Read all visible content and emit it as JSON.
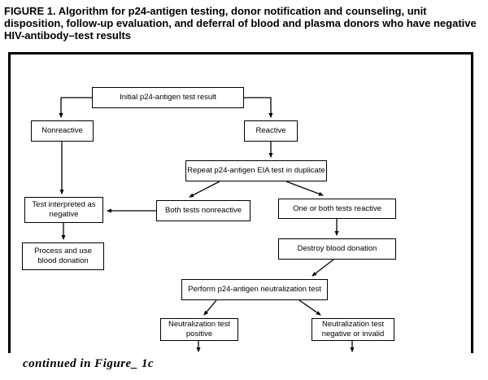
{
  "colors": {
    "ink": "#000000",
    "background": "#ffffff"
  },
  "title": "FIGURE 1. Algorithm for p24-antigen testing, donor notification and counseling, unit disposition, follow-up evaluation, and deferral of blood and plasma donors who have negative HIV-antibody–test results",
  "continued_note": "continued in Figure_ 1c",
  "flowchart": {
    "nodes": {
      "initial": {
        "label": "Initial p24-antigen test result"
      },
      "nonreactive": {
        "label": "Nonreactive"
      },
      "reactive": {
        "label": "Reactive"
      },
      "repeat": {
        "label": "Repeat p24-antigen EIA test in duplicate"
      },
      "test_negative": {
        "label": "Test interpreted as negative"
      },
      "both_nonreactive": {
        "label": "Both tests nonreactive"
      },
      "one_both_reactive": {
        "label": "One or both tests reactive"
      },
      "process_use": {
        "label": "Process and use blood donation"
      },
      "destroy": {
        "label": "Destroy blood donation"
      },
      "perform_neut": {
        "label": "Perform p24-antigen neutralization test"
      },
      "neut_positive": {
        "label": "Neutralization test positive"
      },
      "neut_negative": {
        "label": "Neutralization test negative or invalid"
      }
    },
    "edges": [
      {
        "from": "initial",
        "to": "nonreactive"
      },
      {
        "from": "initial",
        "to": "reactive"
      },
      {
        "from": "nonreactive",
        "to": "test_negative"
      },
      {
        "from": "reactive",
        "to": "repeat"
      },
      {
        "from": "repeat",
        "to": "both_nonreactive"
      },
      {
        "from": "repeat",
        "to": "one_both_reactive"
      },
      {
        "from": "both_nonreactive",
        "to": "test_negative"
      },
      {
        "from": "test_negative",
        "to": "process_use"
      },
      {
        "from": "one_both_reactive",
        "to": "destroy"
      },
      {
        "from": "destroy",
        "to": "perform_neut"
      },
      {
        "from": "perform_neut",
        "to": "neut_positive"
      },
      {
        "from": "perform_neut",
        "to": "neut_negative"
      },
      {
        "from": "neut_positive",
        "to": "continued-off-figure"
      },
      {
        "from": "neut_negative",
        "to": "continued-off-figure"
      }
    ]
  }
}
